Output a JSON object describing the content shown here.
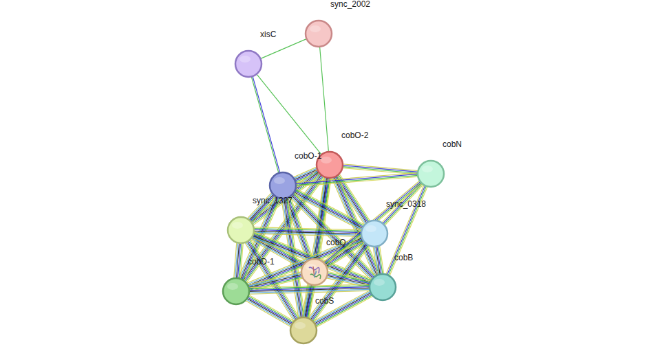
{
  "diagram": {
    "nodes": [
      {
        "text": [
          "sync_2002"
        ]
      },
      {
        "text": [
          "xisC"
        ]
      },
      {
        "text": [
          "cobO-2"
        ]
      },
      {
        "text": [
          "cobN"
        ]
      },
      {
        "text": [
          "cobO-1"
        ]
      },
      {
        "text": [
          "sync_1327"
        ]
      },
      {
        "text": [
          "sync_0318"
        ]
      },
      {
        "text": [
          "cobQ"
        ]
      },
      {
        "text": [
          "cobD-1"
        ]
      },
      {
        "text": [
          "cobB"
        ]
      },
      {
        "text": [
          "cobS"
        ]
      }
    ],
    "edges": [
      {
        "from": 0,
        "to": 1,
        "arrow": "none"
      },
      {
        "from": 0,
        "to": 2,
        "arrow": "none"
      },
      {
        "from": 1,
        "to": 2,
        "arrow": "none"
      },
      {
        "from": 1,
        "to": 4,
        "arrow": "none"
      },
      {
        "from": 2,
        "to": 4,
        "arrow": "none"
      },
      {
        "from": 2,
        "to": 5,
        "arrow": "none"
      },
      {
        "from": 2,
        "to": 6,
        "arrow": "none"
      },
      {
        "from": 2,
        "to": 7,
        "arrow": "none"
      },
      {
        "from": 2,
        "to": 8,
        "arrow": "none"
      },
      {
        "from": 2,
        "to": 9,
        "arrow": "none"
      },
      {
        "from": 2,
        "to": 10,
        "arrow": "none"
      },
      {
        "from": 4,
        "to": 5,
        "arrow": "none"
      },
      {
        "from": 4,
        "to": 6,
        "arrow": "none"
      },
      {
        "from": 4,
        "to": 7,
        "arrow": "none"
      },
      {
        "from": 4,
        "to": 8,
        "arrow": "none"
      },
      {
        "from": 4,
        "to": 9,
        "arrow": "none"
      },
      {
        "from": 4,
        "to": 10,
        "arrow": "none"
      },
      {
        "from": 5,
        "to": 6,
        "arrow": "none"
      },
      {
        "from": 5,
        "to": 7,
        "arrow": "none"
      },
      {
        "from": 5,
        "to": 8,
        "arrow": "none"
      },
      {
        "from": 5,
        "to": 9,
        "arrow": "none"
      },
      {
        "from": 5,
        "to": 10,
        "arrow": "none"
      },
      {
        "from": 6,
        "to": 7,
        "arrow": "none"
      },
      {
        "from": 6,
        "to": 8,
        "arrow": "none"
      },
      {
        "from": 6,
        "to": 9,
        "arrow": "none"
      },
      {
        "from": 6,
        "to": 10,
        "arrow": "none"
      },
      {
        "from": 7,
        "to": 8,
        "arrow": "none"
      },
      {
        "from": 7,
        "to": 9,
        "arrow": "none"
      },
      {
        "from": 7,
        "to": 10,
        "arrow": "none"
      },
      {
        "from": 8,
        "to": 9,
        "arrow": "none"
      },
      {
        "from": 8,
        "to": 10,
        "arrow": "none"
      },
      {
        "from": 9,
        "to": 10,
        "arrow": "none"
      },
      {
        "from": 3,
        "to": 2,
        "arrow": "none"
      },
      {
        "from": 3,
        "to": 4,
        "arrow": "none"
      },
      {
        "from": 3,
        "to": 6,
        "arrow": "none"
      },
      {
        "from": 3,
        "to": 7,
        "arrow": "none"
      },
      {
        "from": 3,
        "to": 9,
        "arrow": "none"
      }
    ]
  }
}
